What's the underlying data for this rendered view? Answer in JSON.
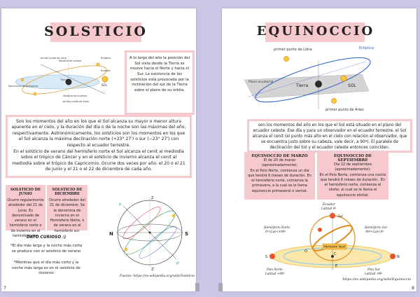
{
  "left": {
    "title": "SOLSTICIO",
    "diagram_labels": {
      "tierra": "Tierra",
      "sol": "SOL",
      "primer_punto_libra": "primer punto de Libra",
      "solsticio_verano": "Solsticio de verano",
      "ecliptica": "Eclíptica",
      "ecuador": "Ecuador",
      "equinoccio_primavera": "Equinoccio de primavera",
      "solsticio_invierno": "Solsticio de invierno",
      "primer_punto_aries": "primer punto de Aries"
    },
    "intro_box": "A lo largo del año la posición del Sol vista desde la Tierra se mueve hacia el Norte y hacia el Sur. La existencia de los solsticios está provocada por la inclinación del eje de la Tierra sobre el plano de su órbita.",
    "main_p1": "Son los momentos del año en los que el Sol alcanza su mayor o menor altura aparente en el cielo, y la duración del día o de la noche son las máximas del año, respectivamente. Astronómicamente, los solsticios son los momentos en los que el Sol alcanza la máxima declinación norte (+23° 27') o sur (−23° 27') con respecto al ecuador terrestre.",
    "main_p2": "En el solsticio de verano del hemisferio norte el Sol alcanza el cenit al mediodía sobre el trópico de Cáncer y en el solsticio de invierno alcanza el cenit al mediodía sobre el trópico de Capricornio. Ocurre dos veces por año: el 20 o el 21 de junio y el 21 o el 22 de diciembre de cada año.",
    "junio": {
      "heading": "SOLSTICIO DE JUNIO",
      "text": "Ocurre regularmente alrededor del 21 de junio. Es denominado de verano en el hemisferio norte o de invierno en el hemisferio sur."
    },
    "diciembre": {
      "heading": "SOLSTICIO DE DICIEMBRE",
      "text": "Ocurre alrededor del 21 de diciembre. Se le denomina de invierno en el Hemisferio Norte, o de verano en el hemisferio sur."
    },
    "curioso_title": "DATO CURIOSO :)",
    "curioso_1": "*El día más largo y la noche más corta se produce con el solsticio de verano",
    "curioso_2": "*Mientras que el día más corto y la noche más larga es en el solsticio de invierno",
    "sphere_labels": {
      "n": "N",
      "s": "S",
      "p": "P",
      "pp": "P'",
      "z": "Z",
      "zp": "Z'"
    },
    "fuente": "Fuente: https://es.wikipedia.org/wiki/Solsticio",
    "page_number": "7"
  },
  "right": {
    "title": "EQUINOCCIO",
    "diagram_labels": {
      "primer_punto_libra": "primer punto de Libra",
      "ecliptica": "Eclíptica",
      "plano_ecuatorial": "Plano ecuatorial",
      "tierra": "Tierra",
      "sol": "SOL",
      "primer_punto_aries": "primer punto de Aries"
    },
    "main_text": "son los momentos del año en los que el Sol está situado en el plano del ecuador celeste. Ese día y para un observador en el ecuador terrestre, el Sol alcanza el cenit (el punto más alto en el cielo con relación al observador, que se encuentra justo sobre su cabeza, vale decir, a 90º). El paralelo de declinación del Sol y el ecuador celeste entonces coinciden.",
    "marzo": {
      "heading": "EQUINOCCIO DE MARZO",
      "date": "El de 20 de marzo (aproximadamente):",
      "text": "En el Polo Norte, comienza un día que tendrá 6 meses de duración. En el hemisferio norte, comienza la primavera, a la cual se le llama equinoccio primaveral o vernal."
    },
    "septiembre": {
      "heading": "EQUINOCCIO DE SEPTIEMBRE",
      "date": "Día 22 de septiembre (aproximadamente):",
      "text": "En el Polo Norte, comienza una noche que tendrá 6 meses de duración.. En el hemisferio norte, comienza el otoño, al cual se le llama el equinoccio otoñal."
    },
    "globe_labels": {
      "ecuador": "Ecuador",
      "ecuador_lat": "Latitud 0º",
      "hem_norte": "Hemisferio Norte",
      "hem_norte_lat": "0º<Lat<+90º",
      "hem_sur": "Hemisferio Sur",
      "hem_sur_lat": "-90º<Lat<0º",
      "horizonte": "Horizonte local",
      "polo_norte": "Polo Norte",
      "polo_norte_lat": "Latitud +90º",
      "polo_sur": "Polo Sur",
      "polo_sur_lat": "Latitud -90º",
      "sol": "Sol",
      "c": "C",
      "e": "E",
      "s": "S",
      "n": "N",
      "o": "O"
    },
    "fuente": "https://es.wikipedia.org/wiki/Equinoccio",
    "page_number": "8"
  }
}
